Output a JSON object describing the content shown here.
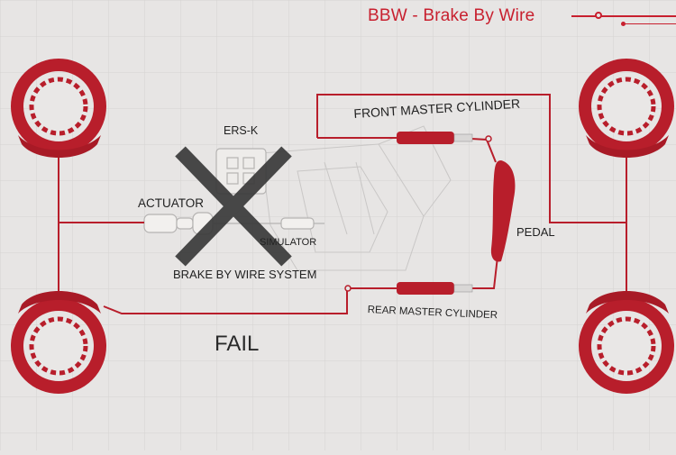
{
  "header": {
    "title": "BBW - Brake By Wire"
  },
  "labels": {
    "front_master_cylinder": "FRONT MASTER CYLINDER",
    "rear_master_cylinder": "REAR MASTER CYLINDER",
    "pedal": "PEDAL",
    "actuator": "ACTUATOR",
    "ers_k": "ERS-K",
    "simulator": "SIMULATOR",
    "brake_by_wire_system": "BRAKE BY WIRE SYSTEM",
    "fail": "FAIL"
  },
  "colors": {
    "accent": "#c8202f",
    "line": "#b81e2b",
    "background": "#e7e5e4",
    "grid": "#d6d4d3",
    "cross": "#3a3a3a",
    "text": "#222222"
  },
  "icons": {
    "disc": "brake-disc-icon",
    "caliper": "brake-caliper-icon",
    "cross": "fail-cross-icon",
    "pedal": "brake-pedal-icon"
  }
}
